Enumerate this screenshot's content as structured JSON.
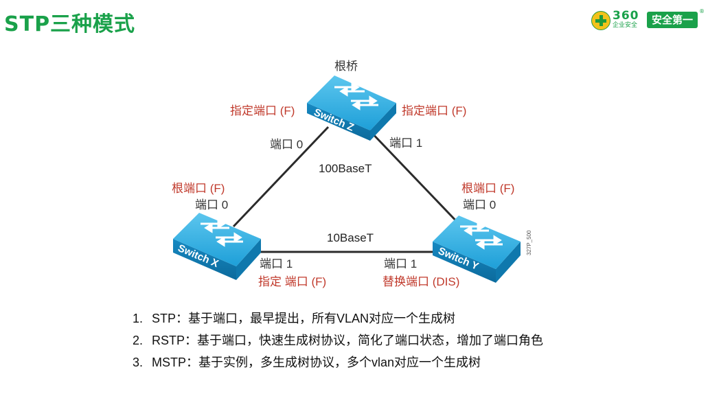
{
  "slide": {
    "title": "STP三种模式"
  },
  "logo": {
    "brand_number": "360",
    "brand_sub": "企业安全",
    "badge": "安全第一",
    "registered": "®",
    "accent_color": "#1aa14a"
  },
  "diagram": {
    "root_label": "根桥",
    "link_z_x": "100BaseT",
    "link_x_y": "10BaseT",
    "side_code": "327P_500",
    "switches": {
      "z": "Switch Z",
      "x": "Switch X",
      "y": "Switch Y"
    },
    "ports": {
      "z_left_role": "指定端口 (F)",
      "z_right_role": "指定端口 (F)",
      "z_port0": "端口 0",
      "z_port1": "端口 1",
      "x_role": "根端口 (F)",
      "x_port0": "端口 0",
      "x_port1": "端口 1",
      "x_port1_role": "指定 端口 (F)",
      "y_role": "根端口 (F)",
      "y_port0": "端口 0",
      "y_port1": "端口 1",
      "y_port1_role": "替换端口 (DIS)"
    },
    "switch_color": "#1e9fd8",
    "role_color": "#c0392b"
  },
  "modes": [
    {
      "num": "1.",
      "text": "STP：基于端口，最早提出，所有VLAN对应一个生成树"
    },
    {
      "num": "2.",
      "text": "RSTP：基于端口，快速生成树协议，简化了端口状态，增加了端口角色"
    },
    {
      "num": "3.",
      "text": "MSTP：基于实例，多生成树协议，多个vlan对应一个生成树"
    }
  ]
}
